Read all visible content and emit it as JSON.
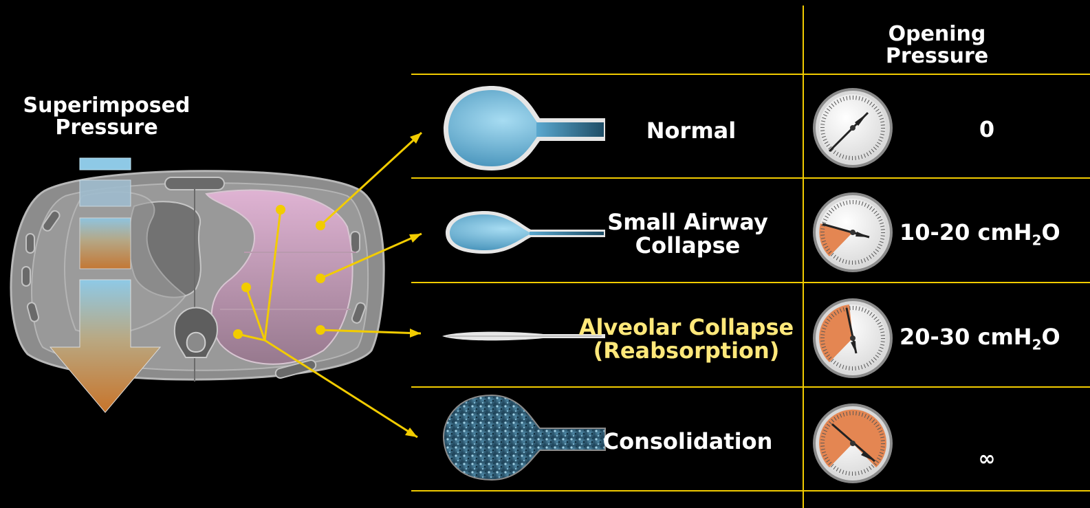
{
  "left": {
    "title_line1": "Superimposed",
    "title_line2": "Pressure"
  },
  "table": {
    "header_line1": "Opening",
    "header_line2": "Pressure",
    "rows": [
      {
        "label_line1": "Normal",
        "label_line2": "",
        "value": "0",
        "value_unit": "",
        "value_sub": "",
        "value_tail": "",
        "gauge_fraction": 0
      },
      {
        "label_line1": "Small Airway",
        "label_line2": "Collapse",
        "value": "10-20 cmH",
        "value_sub": "2",
        "value_tail": "O",
        "gauge_fraction": 0.25
      },
      {
        "label_line1": "Alveolar Collapse",
        "label_line2": "(Reabsorption)",
        "value": "20-30 cmH",
        "value_sub": "2",
        "value_tail": "O",
        "gauge_fraction": 0.5
      },
      {
        "label_line1": "Consolidation",
        "label_line2": "",
        "value": "∞",
        "value_sub": "",
        "value_tail": "",
        "gauge_fraction": 1
      }
    ]
  },
  "colors": {
    "accent": "#f2cc00",
    "highlight_label": "#ffe87a",
    "arrow_top": "#8ec9e6",
    "arrow_bottom": "#c8742a",
    "lung_top": "#dfb3d3",
    "lung_bottom": "#9c7f94",
    "gauge_warm": "#e48652"
  }
}
